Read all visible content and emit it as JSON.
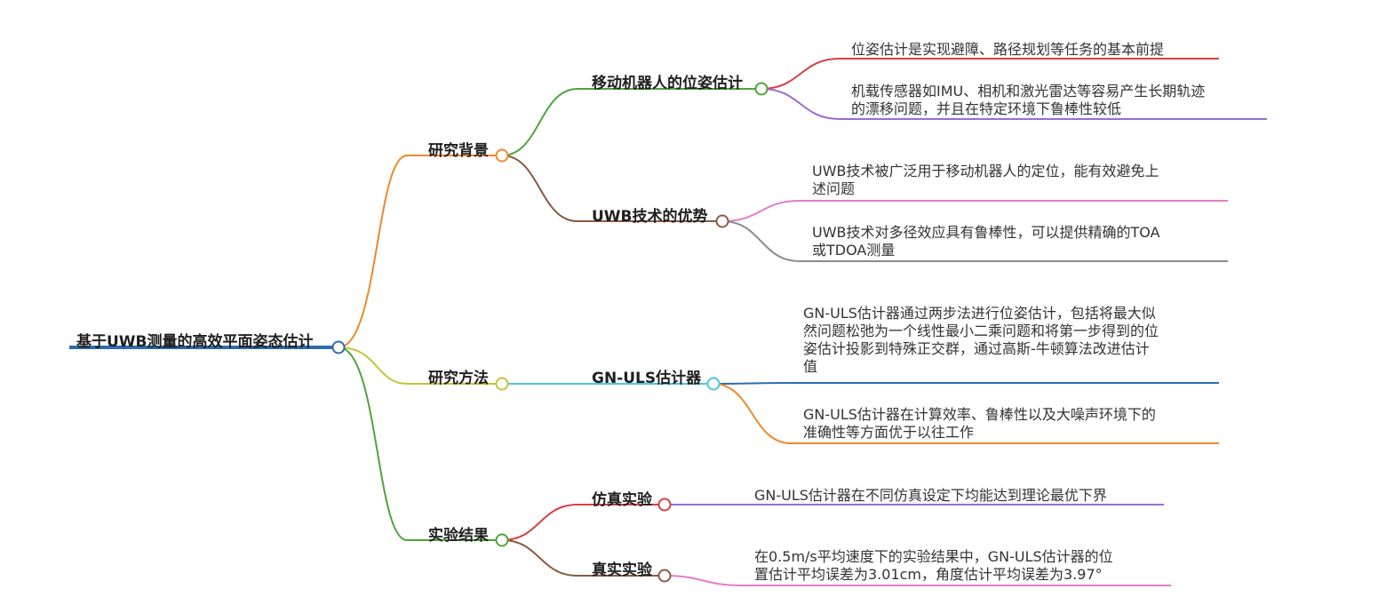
{
  "root": {
    "label": "基于UWB测量的高效平面姿态估计",
    "color": "#2e6bb0"
  },
  "branches": [
    {
      "label": "研究背景",
      "color": "#f0882a",
      "children": [
        {
          "label": "移动机器人的位姿估计",
          "color": "#4fa43a",
          "leaves": [
            {
              "lines": [
                "位姿估计是实现避障、路径规划等任务的基本前提"
              ],
              "color": "#d94040"
            },
            {
              "lines": [
                "机载传感器如IMU、相机和激光雷达等容易产生长期轨迹",
                "的漂移问题，并且在特定环境下鲁棒性较低"
              ],
              "color": "#9b6bd6"
            }
          ]
        },
        {
          "label": "UWB技术的优势",
          "color": "#8a5a44",
          "leaves": [
            {
              "lines": [
                "UWB技术被广泛用于移动机器人的定位，能有效避免上",
                "述问题"
              ],
              "color": "#e07ecb"
            },
            {
              "lines": [
                "UWB技术对多径效应具有鲁棒性，可以提供精确的TOA",
                "或TDOA测量"
              ],
              "color": "#8c8c8c"
            }
          ]
        }
      ]
    },
    {
      "label": "研究方法",
      "color": "#c4c43a",
      "children": [
        {
          "label": "GN-ULS估计器",
          "color": "#4fc4dd",
          "leaves": [
            {
              "lines": [
                "GN-ULS估计器通过两步法进行位姿估计，包括将最大似",
                "然问题松弛为一个线性最小二乘问题和将第一步得到的位",
                "姿估计投影到特殊正交群，通过高斯-牛顿算法改进估计",
                "值"
              ],
              "color": "#2e6bb0"
            },
            {
              "lines": [
                "GN-ULS估计器在计算效率、鲁棒性以及大噪声环境下的",
                "准确性等方面优于以往工作"
              ],
              "color": "#f0882a"
            }
          ]
        }
      ]
    },
    {
      "label": "实验结果",
      "color": "#4fa43a",
      "children": [
        {
          "label": "仿真实验",
          "color": "#d94040",
          "leaves": [
            {
              "lines": [
                "GN-ULS估计器在不同仿真设定下均能达到理论最优下界"
              ],
              "color": "#9b6bd6"
            }
          ]
        },
        {
          "label": "真实实验",
          "color": "#8a5a44",
          "leaves": [
            {
              "lines": [
                "在0.5m/s平均速度下的实验结果中，GN-ULS估计器的位",
                "置估计平均误差为3.01cm，角度估计平均误差为3.97°"
              ],
              "color": "#e07ecb"
            }
          ]
        }
      ]
    }
  ]
}
